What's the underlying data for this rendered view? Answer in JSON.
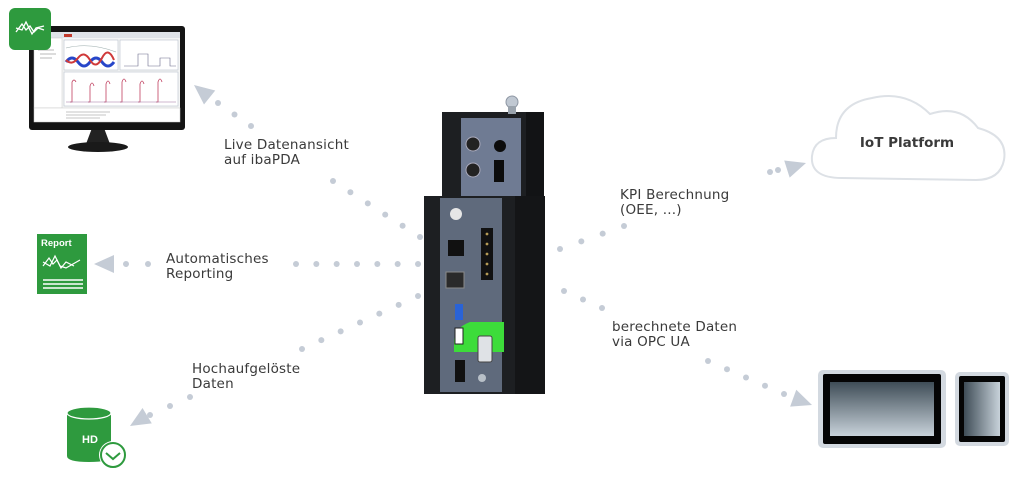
{
  "diagram": {
    "title": "Data flow overview",
    "colors": {
      "brand_green": "#2e9a3e",
      "connector_gray": "#c5ccd6",
      "text": "#3a3a3a",
      "device_dark": "#1d1f22",
      "panel_blue": "#6f7b93",
      "highlight_green": "#3ddc3a"
    },
    "center_node": {
      "name": "edge-device",
      "icon": "hardware-device-icon"
    },
    "nodes": [
      {
        "id": "monitor",
        "icon": "monitor-analytics-icon",
        "badge_icon": "waveform-icon"
      },
      {
        "id": "report",
        "icon": "report-document-icon",
        "badge_text": "Report"
      },
      {
        "id": "hd",
        "icon": "database-clock-icon",
        "badge_text": "HD"
      },
      {
        "id": "cloud",
        "icon": "cloud-icon",
        "text": "IoT Platform"
      },
      {
        "id": "panels",
        "icon": "touch-panel-icon"
      }
    ],
    "edges": [
      {
        "to": "monitor",
        "direction": "outgoing",
        "lines": [
          "Live Datenansicht",
          "auf ibaPDA"
        ]
      },
      {
        "to": "report",
        "direction": "outgoing",
        "lines": [
          "Automatisches",
          "Reporting"
        ]
      },
      {
        "to": "hd",
        "direction": "outgoing",
        "lines": [
          "Hochaufgelöste",
          "Daten"
        ]
      },
      {
        "to": "cloud",
        "direction": "outgoing",
        "lines": [
          "KPI Berechnung",
          "(OEE, ...)"
        ]
      },
      {
        "to": "panels",
        "direction": "outgoing",
        "lines": [
          "berechnete Daten",
          "via OPC UA"
        ]
      }
    ]
  }
}
